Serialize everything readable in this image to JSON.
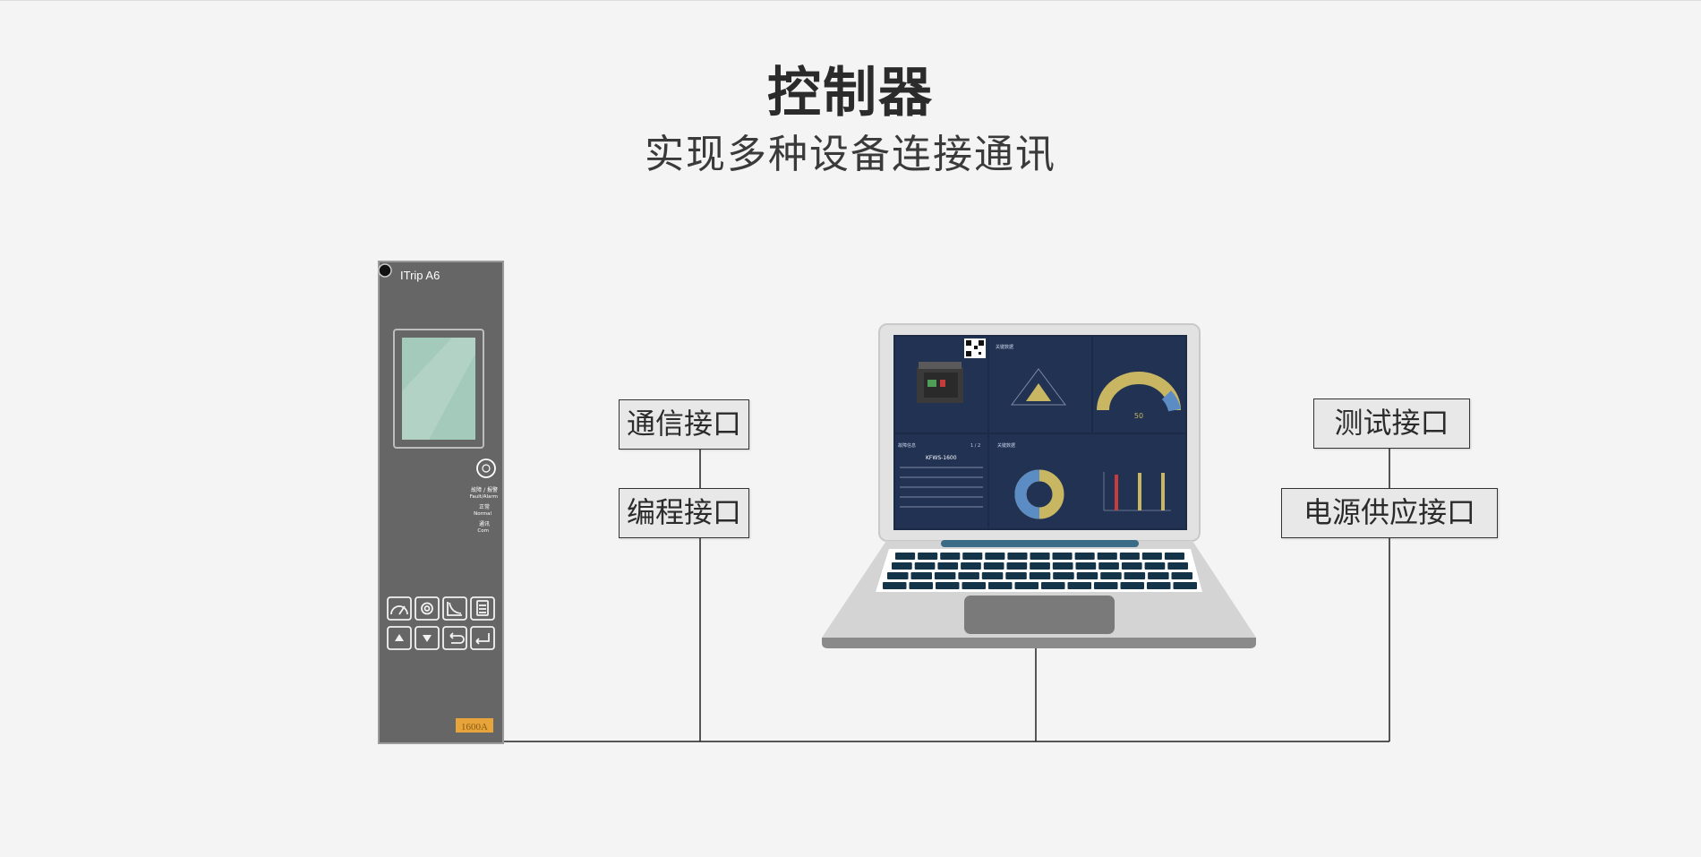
{
  "title": "控制器",
  "subtitle": "实现多种设备连接通讯",
  "controller": {
    "model": "ITrip A6",
    "fault_label": "故障 / 报警",
    "fault_label_en": "Fault/Alarm",
    "normal_label": "正常",
    "normal_label_en": "Normal",
    "comm_label": "通讯",
    "comm_label_en": "Com",
    "rating": "1600A"
  },
  "interfaces": {
    "communication": "通信接口",
    "programming": "编程接口",
    "testing": "测试接口",
    "power_supply": "电源供应接口"
  },
  "laptop_dashboard": {
    "panel1_title": "关键数据",
    "panel1_value": "50",
    "panel2_title": "故障信息",
    "device_name": "KFWS-1600",
    "page_indicator": "1 / 2",
    "panel3_title": "关键数据"
  },
  "colors": {
    "controller_body": "#666666",
    "lcd": "#a4cabb",
    "rating_badge": "#e7a43a",
    "screen_bg": "#1c2c48",
    "gauge": "#c8b662",
    "donut_blue": "#5b8cc4",
    "line": "#222222"
  }
}
